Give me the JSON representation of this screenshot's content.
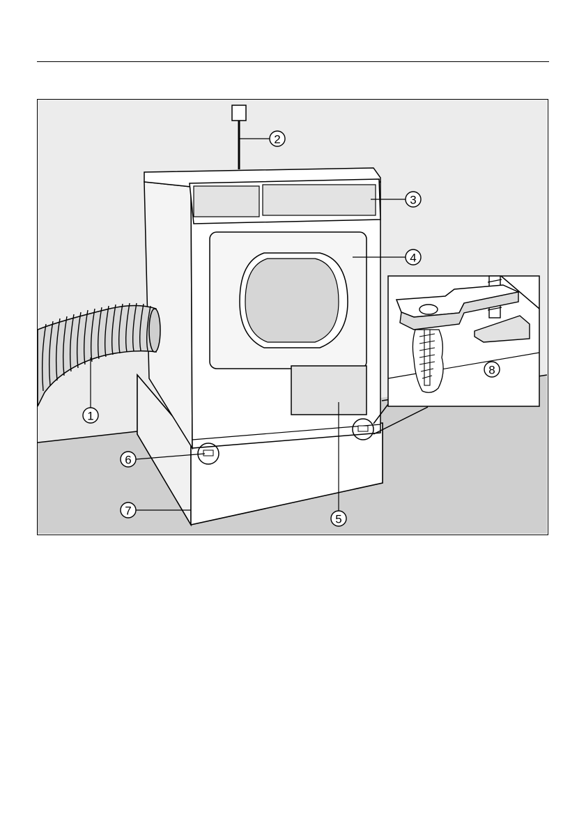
{
  "figure": {
    "callouts": [
      {
        "id": "1",
        "label": "1"
      },
      {
        "id": "2",
        "label": "2"
      },
      {
        "id": "3",
        "label": "3"
      },
      {
        "id": "4",
        "label": "4"
      },
      {
        "id": "5",
        "label": "5"
      },
      {
        "id": "6",
        "label": "6"
      },
      {
        "id": "7",
        "label": "7"
      },
      {
        "id": "8",
        "label": "8"
      }
    ]
  },
  "colors": {
    "wall": "#ececec",
    "floor": "#cfcfcf",
    "appliance": "#ffffff",
    "window": "#dcdcdc",
    "line": "#000000"
  }
}
